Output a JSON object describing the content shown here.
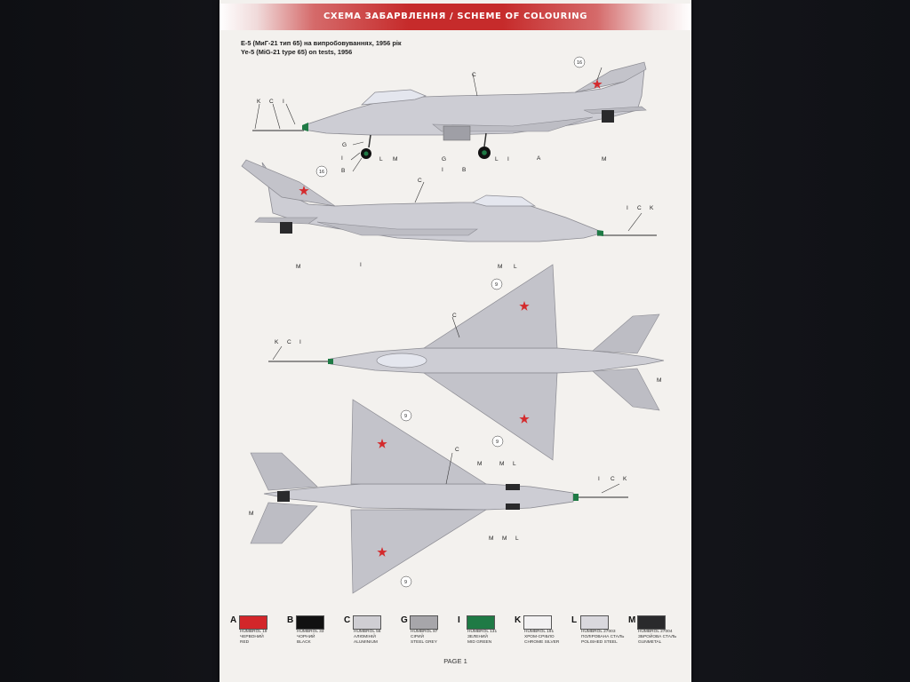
{
  "header": {
    "title": "СХЕМА ЗАБАРВЛЕННЯ / SCHEME OF COLOURING"
  },
  "subtitle": {
    "line1": "Е-5 (МиГ-21 тип 65) на випробовуваннях, 1956 рік",
    "line2": "Ye-5 (MiG-21 type 65) on tests, 1956"
  },
  "callouts": {
    "side_top": [
      "K",
      "C",
      "I",
      "C",
      "G",
      "I",
      "B",
      "L",
      "M",
      "G",
      "I",
      "B",
      "L",
      "I",
      "A",
      "M",
      "16"
    ],
    "side_bottom": [
      "16",
      "C",
      "I",
      "C",
      "K",
      "M",
      "I",
      "M",
      "L"
    ],
    "top_view": [
      "K",
      "C",
      "I",
      "C",
      "M",
      "9",
      "9"
    ],
    "bottom_view": [
      "9",
      "C",
      "M",
      "M",
      "L",
      "M",
      "I",
      "C",
      "K",
      "M",
      "M",
      "L",
      "9"
    ]
  },
  "paints": [
    {
      "letter": "A",
      "code": "HUMBROL 19",
      "name_ua": "ЧЕРВОНИЙ",
      "name_en": "RED",
      "color": "#d3262a"
    },
    {
      "letter": "B",
      "code": "HUMBROL 33",
      "name_ua": "ЧОРНИЙ",
      "name_en": "BLACK",
      "color": "#111111"
    },
    {
      "letter": "C",
      "code": "HUMBROL 56",
      "name_ua": "АЛЮМІНІЙ",
      "name_en": "ALUMINIUM",
      "color": "#cfced3"
    },
    {
      "letter": "G",
      "code": "HUMBROL 87",
      "name_ua": "СІРИЙ",
      "name_en": "STEEL GREY",
      "color": "#a7a6aa"
    },
    {
      "letter": "I",
      "code": "HUMBROL 131",
      "name_ua": "ЗЕЛЕНИЙ",
      "name_en": "MID GREEN",
      "color": "#1f7a45"
    },
    {
      "letter": "K",
      "code": "HUMBROL 191",
      "name_ua": "ХРОМ-СРІБЛО",
      "name_en": "CHROME SILVER",
      "color": "#f2f1f2"
    },
    {
      "letter": "L",
      "code": "HUMBROL 27003",
      "name_ua": "ПОЛІРОВАНА СТАЛЬ",
      "name_en": "POLISHED STEEL",
      "color": "#d9d8dd"
    },
    {
      "letter": "M",
      "code": "HUMBROL 27004",
      "name_ua": "ЗБРОЙОВА СТАЛЬ",
      "name_en": "GUNMETAL",
      "color": "#2a2a2c"
    }
  ],
  "footer": {
    "page": "PAGE 1"
  },
  "colors": {
    "header_red": "#c62b2b",
    "aircraft_grey": "#cdcdd4",
    "star_red": "#d42a2c"
  }
}
